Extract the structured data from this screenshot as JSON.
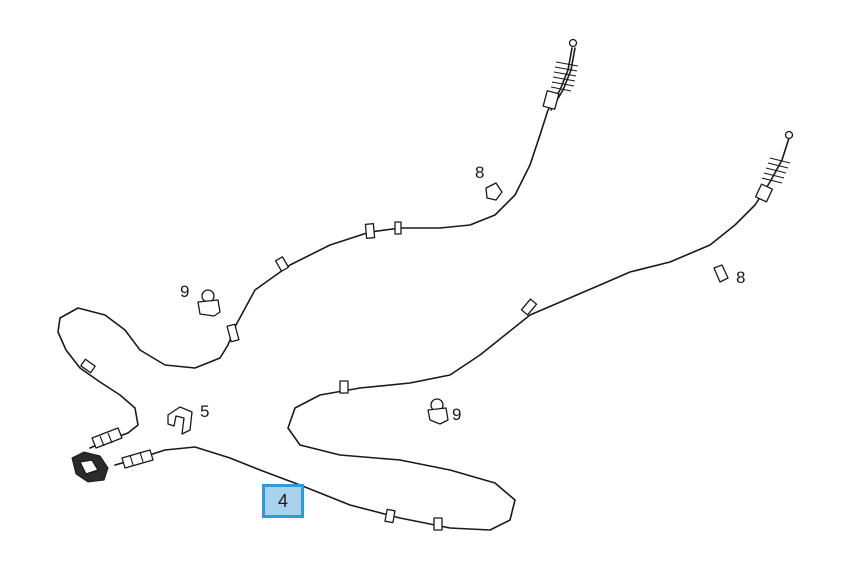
{
  "callouts": {
    "clip_left": "5",
    "grommet_upper": "8",
    "grommet_right": "8",
    "clamp_upper": "9",
    "clamp_lower": "9",
    "selected_part": "4"
  },
  "colors": {
    "line": "#1a1a1a",
    "highlight_fill": "#a9d3ec",
    "highlight_border": "#2e9bd6"
  }
}
